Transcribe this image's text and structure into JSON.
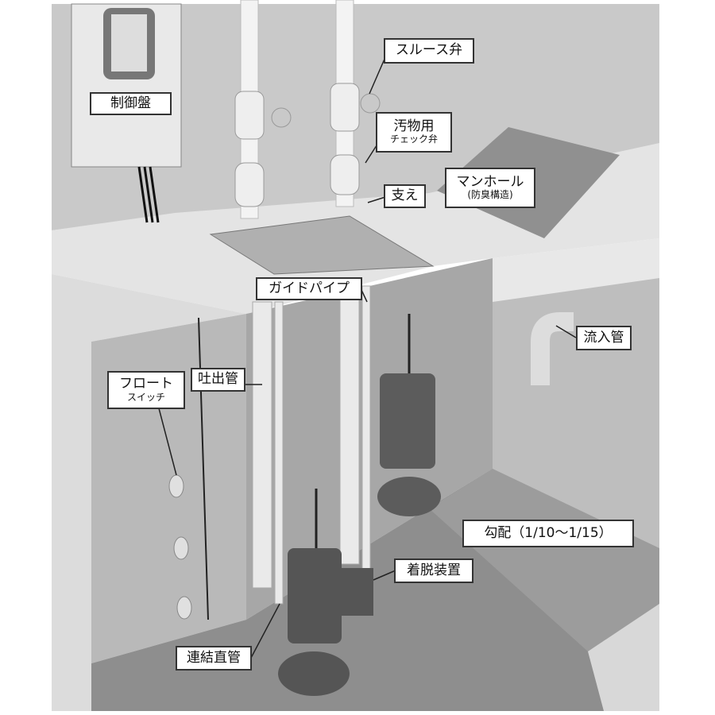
{
  "labels": {
    "control_panel": "制御盤",
    "sluice_valve": "スルース弁",
    "check_valve_line1": "汚物用",
    "check_valve_line2": "チェック弁",
    "support": "支え",
    "manhole_line1": "マンホール",
    "manhole_line2": "(防臭構造)",
    "guide_pipe": "ガイドパイプ",
    "inflow_pipe": "流入管",
    "float_switch_line1": "フロート",
    "float_switch_line2": "スイッチ",
    "discharge_pipe": "吐出管",
    "slope": "勾配（1/10～1/15）",
    "detach_device": "着脱装置",
    "connecting_pipe": "連結直管"
  }
}
